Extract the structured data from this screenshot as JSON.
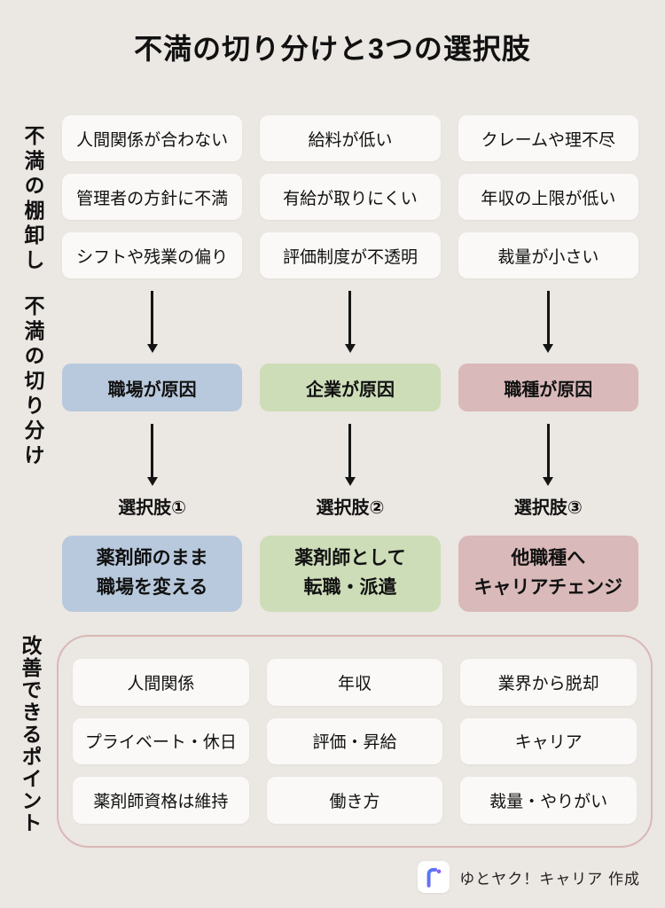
{
  "title": "不満の切り分けと3つの選択肢",
  "side_labels": {
    "inventory": "不満の棚卸し",
    "sorting": "不満の切り分け",
    "improvement": "改善できるポイント"
  },
  "colors": {
    "background": "#EBE7E2",
    "card": "#FAF9F7",
    "blue": "#B8C9DD",
    "green": "#CDDDB8",
    "pink": "#D9B9B9",
    "container_border": "#D9B8B8",
    "arrow": "#141414"
  },
  "complaints": {
    "rows": [
      [
        "人間関係が合わない",
        "給料が低い",
        "クレームや理不尽"
      ],
      [
        "管理者の方針に不満",
        "有給が取りにくい",
        "年収の上限が低い"
      ],
      [
        "シフトや残業の偏り",
        "評価制度が不透明",
        "裁量が小さい"
      ]
    ]
  },
  "causes": [
    {
      "label": "職場が原因",
      "color": "#B8C9DD"
    },
    {
      "label": "企業が原因",
      "color": "#CDDDB8"
    },
    {
      "label": "職種が原因",
      "color": "#D9B9B9"
    }
  ],
  "options": [
    {
      "label": "選択肢①",
      "line1": "薬剤師のまま",
      "line2": "職場を変える",
      "color": "#B8C9DD"
    },
    {
      "label": "選択肢②",
      "line1": "薬剤師として",
      "line2": "転職・派遣",
      "color": "#CDDDB8"
    },
    {
      "label": "選択肢③",
      "line1": "他職種へ",
      "line2": "キャリアチェンジ",
      "color": "#D9B9B9"
    }
  ],
  "improvements": {
    "rows": [
      [
        "人間関係",
        "年収",
        "業界から脱却"
      ],
      [
        "プライベート・休日",
        "評価・昇給",
        "キャリア"
      ],
      [
        "薬剤師資格は維持",
        "働き方",
        "裁量・やりがい"
      ]
    ]
  },
  "footer": {
    "credit": "ゆとヤク！キャリア 作成",
    "logo_icon": "yutoyaku-logo"
  }
}
